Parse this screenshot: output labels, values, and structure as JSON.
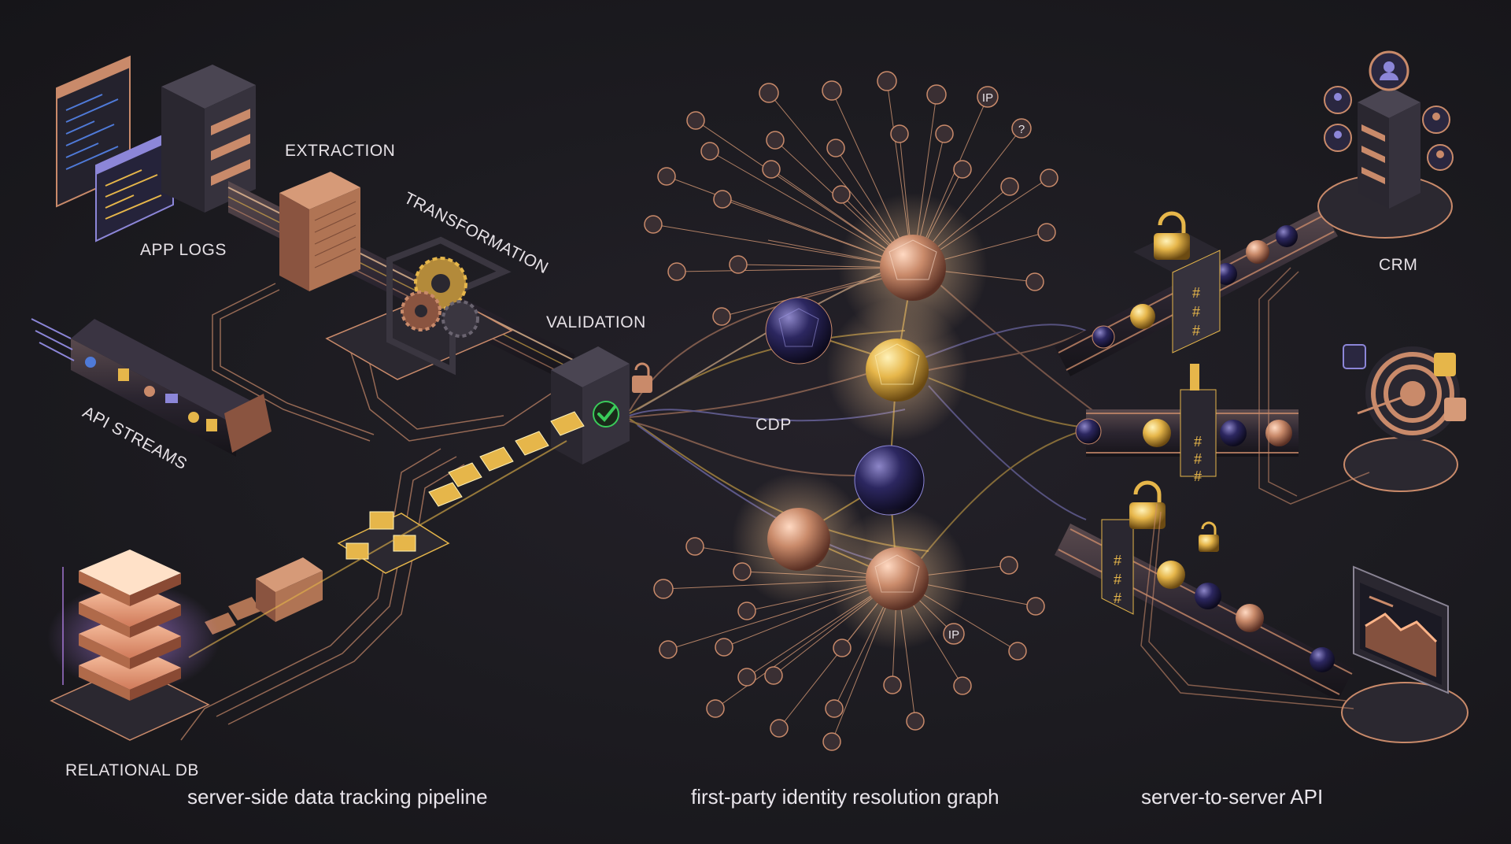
{
  "labels": {
    "extraction": "EXTRACTION",
    "app_logs": "APP LOGS",
    "transformation": "TRANSFORMATION",
    "validation": "VALIDATION",
    "api_streams": "API STREAMS",
    "relational_db": "RELATIONAL DB",
    "cdp": "CDP",
    "crm": "CRM"
  },
  "captions": {
    "pipeline": "server-side data tracking pipeline",
    "identity_graph": "first-party identity resolution graph",
    "api": "server-to-server API"
  },
  "graph_badges": {
    "ip_top": "IP",
    "ip_bottom": "IP",
    "question": "?"
  },
  "colors": {
    "background": "#1b1a1f",
    "copper": "#c98a6a",
    "gold": "#e6b64a",
    "indigo": "#3a3470",
    "label": "#e6e1e6"
  },
  "icons": [
    "server-icon",
    "code-window-icon",
    "gear-icon",
    "lock-icon",
    "check-icon",
    "envelope-icon",
    "phone-icon",
    "mobile-icon",
    "globe-icon",
    "location-pin-icon",
    "hash-icon",
    "user-icon",
    "target-icon",
    "chart-icon",
    "database-icon"
  ]
}
